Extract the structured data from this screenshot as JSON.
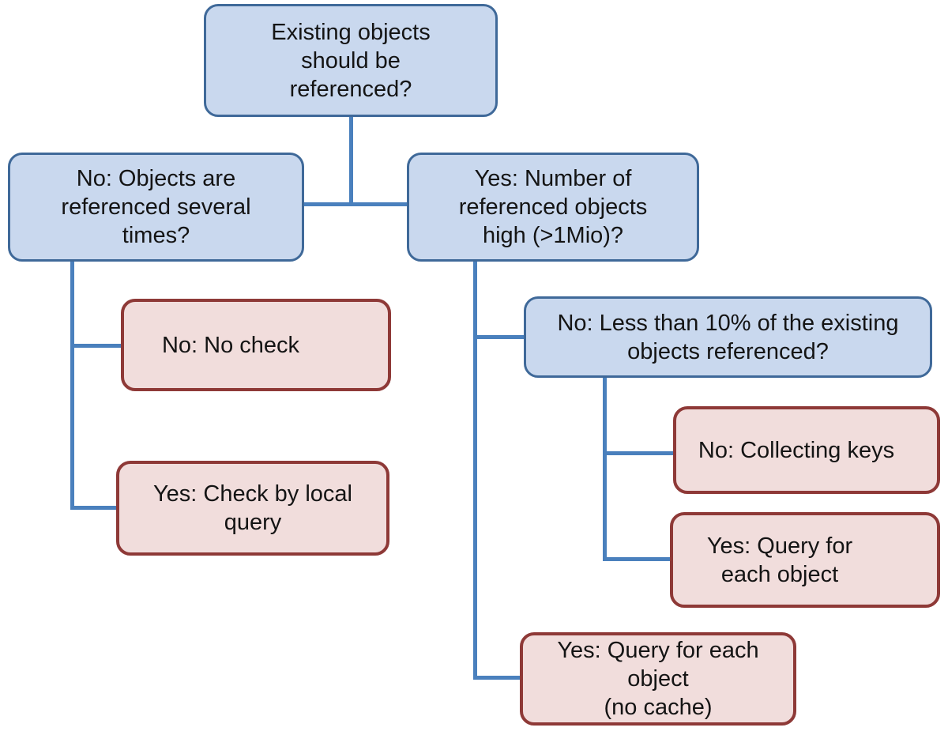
{
  "colors": {
    "question_fill": "#c9d8ee",
    "question_border": "#3f6999",
    "answer_fill": "#f1dddc",
    "answer_border": "#8e3937",
    "connector": "#4a80bd",
    "text": "#141414"
  },
  "nodes": {
    "root": {
      "label": "Existing objects\nshould be\nreferenced?"
    },
    "left_branch": {
      "label": "No: Objects are\nreferenced several\ntimes?"
    },
    "right_branch": {
      "label": "Yes: Number of\nreferenced objects\nhigh (>1Mio)?"
    },
    "no_check": {
      "label": "No: No check"
    },
    "local_query": {
      "label": "Yes: Check by local\nquery"
    },
    "less_than_10": {
      "label": "No: Less than 10% of the existing\nobjects referenced?"
    },
    "collecting_keys": {
      "label": "No: Collecting keys"
    },
    "query_each": {
      "label": "Yes: Query for\neach object"
    },
    "query_each_no_cache": {
      "label": "Yes: Query for each\nobject\n(no cache)"
    }
  }
}
